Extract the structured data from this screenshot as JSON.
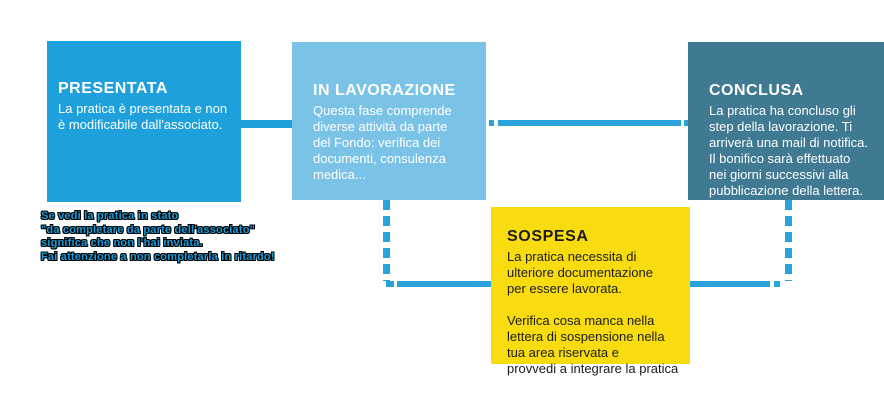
{
  "diagram": {
    "boxes": {
      "presentata": {
        "title": "PRESENTATA",
        "body": "La pratica è presentata e non\nè modificabile dall'associato."
      },
      "in_lavorazione": {
        "title": "IN LAVORAZIONE",
        "body": "Questa fase comprende\ndiverse attività da parte\ndel Fondo: verifica dei\ndocumenti, consulenza\nmedica..."
      },
      "conclusa": {
        "title": "CONCLUSA",
        "body": "La pratica ha concluso gli\nstep della lavorazione. Ti\narriverà una mail di notifica.\nIl bonifico sarà effettuato\nnei giorni successivi alla\npubblicazione della lettera."
      },
      "sospesa": {
        "title": "SOSPESA",
        "body": "La pratica necessita di\nulteriore documentazione\nper essere lavorata.\n\nVerifica cosa manca nella\nlettera di sospensione nella\ntua area riservata e\nprovvedi a integrare la pratica"
      }
    },
    "note": "Se vedi la pratica in stato\n\"da completare da parte dell'associato\"\nsignifica che non l'hai inviata.\nFai attenzione a non completarla in ritardo!",
    "colors": {
      "presentata_box": "#1EA0DC",
      "in_lavorazione_box": "#7AC3E6",
      "conclusa_box": "#3F7992",
      "sospesa_box": "#F9DC0F",
      "connector_line": "#29A3DC",
      "note_text": "#1A9BD7",
      "note_outline": "#000000",
      "box_text_light": "#FFFFFF",
      "box_text_dark": "#1C1C1C"
    }
  }
}
